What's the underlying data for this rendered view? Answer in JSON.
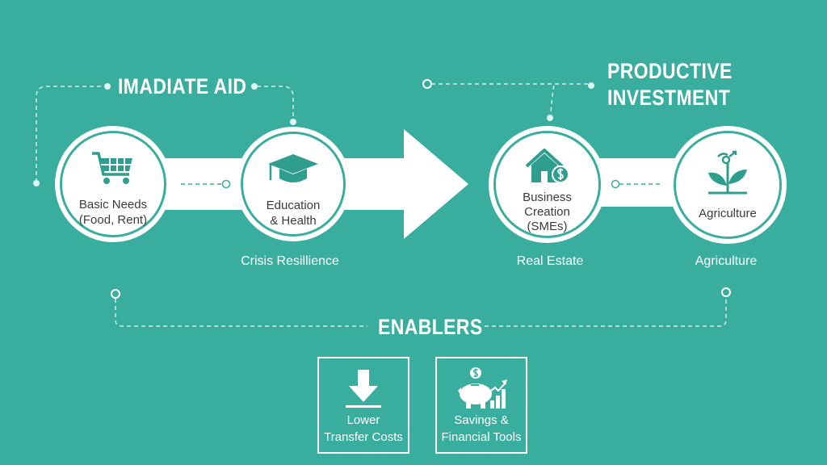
{
  "colors": {
    "background": "#39ae9e",
    "accent": "#2f9e8e",
    "text_dark": "#3b3b3b",
    "white": "#ffffff"
  },
  "sections": {
    "immediate_aid": {
      "title": "IMADIATE AID"
    },
    "productive_investment": {
      "title_line1": "PRODUCTIVE",
      "title_line2": "INVESTMENT"
    },
    "enablers": {
      "title": "ENABLERS"
    }
  },
  "nodes": [
    {
      "icon": "shopping-cart-icon",
      "lines": [
        "Basic Needs",
        "(Food, Rent)"
      ],
      "caption": ""
    },
    {
      "icon": "graduation-cap-icon",
      "lines": [
        "Education",
        "& Health"
      ],
      "caption": "Crisis Resillience"
    },
    {
      "icon": "house-dollar-icon",
      "lines": [
        "Business",
        "Creation",
        "(SMEs)"
      ],
      "caption": "Real Estate"
    },
    {
      "icon": "sprout-icon",
      "lines": [
        "Agriculture"
      ],
      "caption": "Agriculture"
    }
  ],
  "enabler_items": [
    {
      "icon": "download-arrow-icon",
      "lines": [
        "Lower",
        "Transfer Costs"
      ]
    },
    {
      "icon": "piggy-bank-growth-icon",
      "lines": [
        "Savings &",
        "Financial Tools"
      ]
    }
  ]
}
